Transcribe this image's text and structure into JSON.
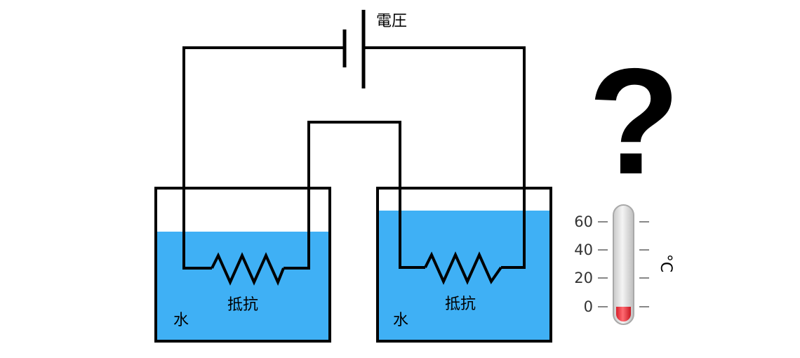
{
  "labels": {
    "voltage": "電圧",
    "resistor_left": "抵抗",
    "resistor_right": "抵抗",
    "water_left": "水",
    "water_right": "水",
    "question": "?"
  },
  "thermometer": {
    "unit": "°C",
    "ticks": [
      "60",
      "40",
      "20",
      "0"
    ],
    "reading_celsius": 0
  },
  "beakers": {
    "left": {
      "water_level_fraction": 0.72
    },
    "right": {
      "water_level_fraction": 0.86
    }
  },
  "colors": {
    "water": "#3fb0f5",
    "wire": "#000000",
    "thermometer_fluid": "#e8323c",
    "thermometer_tube": "#d8d8d8"
  }
}
